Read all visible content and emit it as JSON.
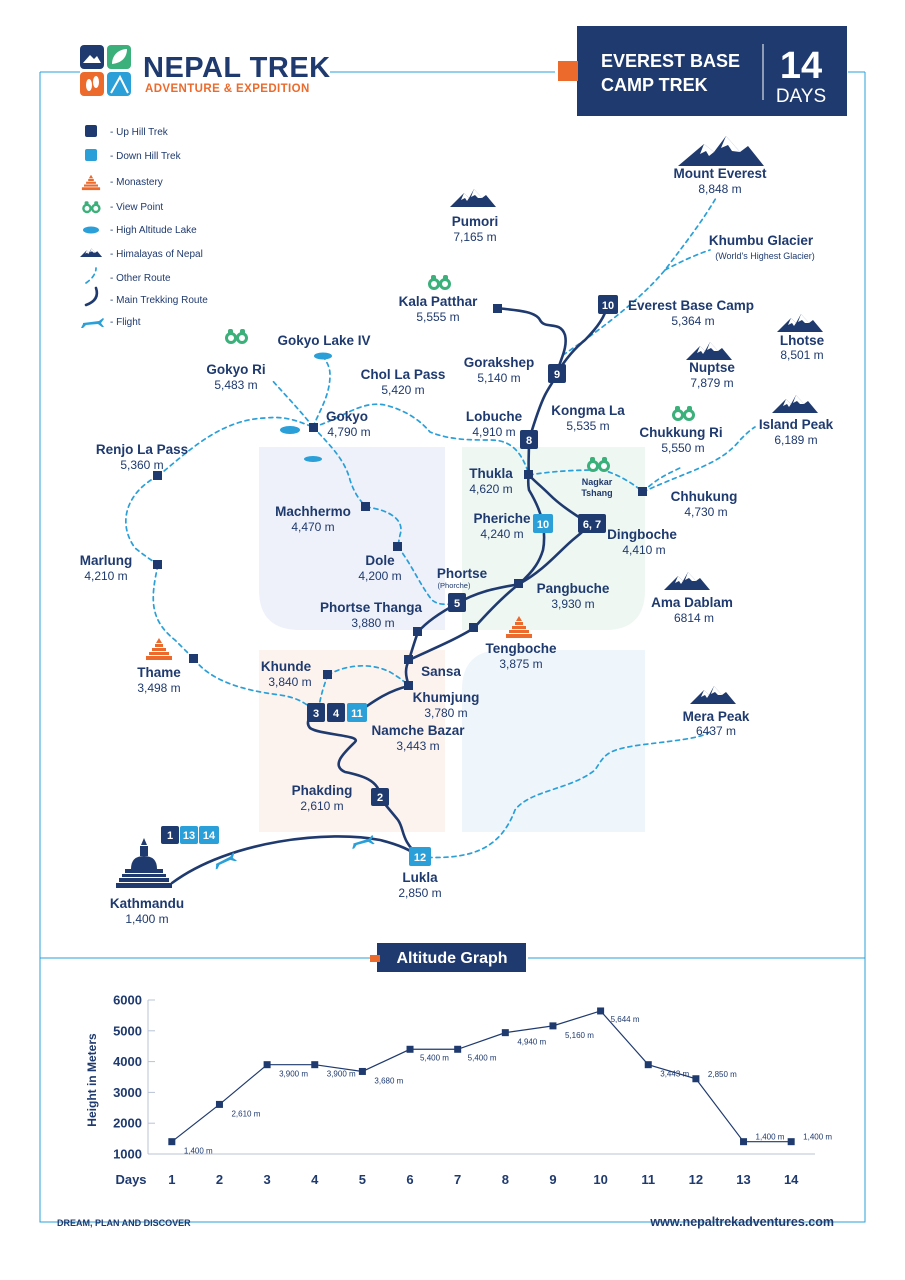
{
  "brand": {
    "name": "NEPAL TREK",
    "tagline": "ADVENTURE & EXPEDITION",
    "colors": {
      "navy": "#1f3a6e",
      "orange": "#ec6a2c",
      "green": "#3bb07a",
      "light_blue": "#2a9fd8"
    }
  },
  "header": {
    "title_line1": "EVEREST BASE",
    "title_line2": "CAMP TREK",
    "days_number": "14",
    "days_label": "DAYS"
  },
  "legend": {
    "items": [
      {
        "icon": "up-hill-marker-icon",
        "label": "- Up Hill Trek"
      },
      {
        "icon": "down-hill-marker-icon",
        "label": "- Down Hill Trek"
      },
      {
        "icon": "monastery-icon",
        "label": "- Monastery"
      },
      {
        "icon": "binoculars-icon",
        "label": "- View Point"
      },
      {
        "icon": "lake-icon",
        "label": "- High Altitude Lake"
      },
      {
        "icon": "mountain-icon",
        "label": "- Himalayas of Nepal"
      },
      {
        "icon": "dashed-route-icon",
        "label": "- Other Route"
      },
      {
        "icon": "main-route-icon",
        "label": "- Main Trekking Route"
      },
      {
        "icon": "airplane-icon",
        "label": "- Flight"
      }
    ]
  },
  "places": {
    "mount_everest": {
      "name": "Mount Everest",
      "alt": "8,848 m"
    },
    "pumori": {
      "name": "Pumori",
      "alt": "7,165 m"
    },
    "khumbu_glacier": {
      "name": "Khumbu Glacier",
      "sub": "(World's Highest Glacier)"
    },
    "kala_patthar": {
      "name": "Kala Patthar",
      "alt": "5,555 m"
    },
    "everest_base_camp": {
      "name": "Everest Base Camp",
      "alt": "5,364 m"
    },
    "lhotse": {
      "name": "Lhotse",
      "alt": "8,501 m"
    },
    "gokyo_lake_iv": {
      "name": "Gokyo Lake IV"
    },
    "gorakshep": {
      "name": "Gorakshep",
      "alt": "5,140 m"
    },
    "nuptse": {
      "name": "Nuptse",
      "alt": "7,879 m"
    },
    "gokyo_ri": {
      "name": "Gokyo Ri",
      "alt": "5,483 m"
    },
    "chol_la_pass": {
      "name": "Chol La Pass",
      "alt": "5,420 m"
    },
    "island_peak": {
      "name": "Island Peak",
      "alt": "6,189 m"
    },
    "gokyo": {
      "name": "Gokyo",
      "alt": "4,790 m"
    },
    "lobuche": {
      "name": "Lobuche",
      "alt": "4,910 m"
    },
    "kongma_la": {
      "name": "Kongma La",
      "alt": "5,535 m"
    },
    "chukkung_ri": {
      "name": "Chukkung Ri",
      "alt": "5,550 m"
    },
    "renjo_la_pass": {
      "name": "Renjo La Pass",
      "alt": "5,360 m"
    },
    "thukla": {
      "name": "Thukla",
      "alt": "4,620 m"
    },
    "nagkar_tshang": {
      "name": "Nagkar",
      "name2": "Tshang"
    },
    "chhukung": {
      "name": "Chhukung",
      "alt": "4,730 m"
    },
    "machhermo": {
      "name": "Machhermo",
      "alt": "4,470 m"
    },
    "pheriche": {
      "name": "Pheriche",
      "alt": "4,240 m"
    },
    "dingboche": {
      "name": "Dingboche",
      "alt": "4,410 m"
    },
    "marlung": {
      "name": "Marlung",
      "alt": "4,210 m"
    },
    "dole": {
      "name": "Dole",
      "alt": "4,200 m"
    },
    "phortse": {
      "name": "Phortse",
      "sub": "(Phorche)"
    },
    "pangbuche": {
      "name": "Pangbuche",
      "alt": "3,930 m"
    },
    "ama_dablam": {
      "name": "Ama Dablam",
      "alt": "6814 m"
    },
    "phortse_thanga": {
      "name": "Phortse Thanga",
      "alt": "3,880 m"
    },
    "tengboche": {
      "name": "Tengboche",
      "alt": "3,875 m"
    },
    "thame": {
      "name": "Thame",
      "alt": "3,498 m"
    },
    "sansa": {
      "name": "Sansa"
    },
    "khunde": {
      "name": "Khunde",
      "alt": "3,840 m"
    },
    "khumjung": {
      "name": "Khumjung",
      "alt": "3,780 m"
    },
    "mera_peak": {
      "name": "Mera Peak",
      "alt": "6437 m"
    },
    "namche_bazar": {
      "name": "Namche Bazar",
      "alt": "3,443 m"
    },
    "phakding": {
      "name": "Phakding",
      "alt": "2,610 m"
    },
    "lukla": {
      "name": "Lukla",
      "alt": "2,850 m"
    },
    "kathmandu": {
      "name": "Kathmandu",
      "alt": "1,400 m"
    }
  },
  "day_markers": {
    "d1": "1",
    "d13": "13",
    "d14": "14",
    "d2": "2",
    "d3": "3",
    "d4": "4",
    "d11": "11",
    "d5": "5",
    "d67": "6, 7",
    "d10b": "10",
    "d8": "8",
    "d9": "9",
    "d10": "10",
    "d12": "12"
  },
  "chart_section": {
    "title": "Altitude Graph"
  },
  "chart_data": {
    "type": "line",
    "xlabel": "Days",
    "ylabel": "Height in Meters",
    "ylim": [
      1000,
      6000
    ],
    "yticks": [
      1000,
      2000,
      3000,
      4000,
      5000,
      6000
    ],
    "x": [
      1,
      2,
      3,
      4,
      5,
      6,
      7,
      8,
      9,
      10,
      11,
      12,
      13,
      14
    ],
    "values": [
      1400,
      2610,
      3900,
      3900,
      3680,
      4400,
      4400,
      4940,
      5160,
      5644,
      3900,
      3443,
      1400,
      1400
    ],
    "data_labels": [
      "1,400 m",
      "2,610 m",
      "3,900 m",
      "3,900 m",
      "3,680 m",
      "5,400 m",
      "5,400 m",
      "4,940 m",
      "5,160 m",
      "5,644 m",
      "3,443 m",
      "2,850 m",
      "1,400 m",
      "1,400 m"
    ]
  },
  "footer": {
    "left": "DREAM, PLAN AND DISCOVER",
    "right": "www.nepaltrekadventures.com"
  }
}
